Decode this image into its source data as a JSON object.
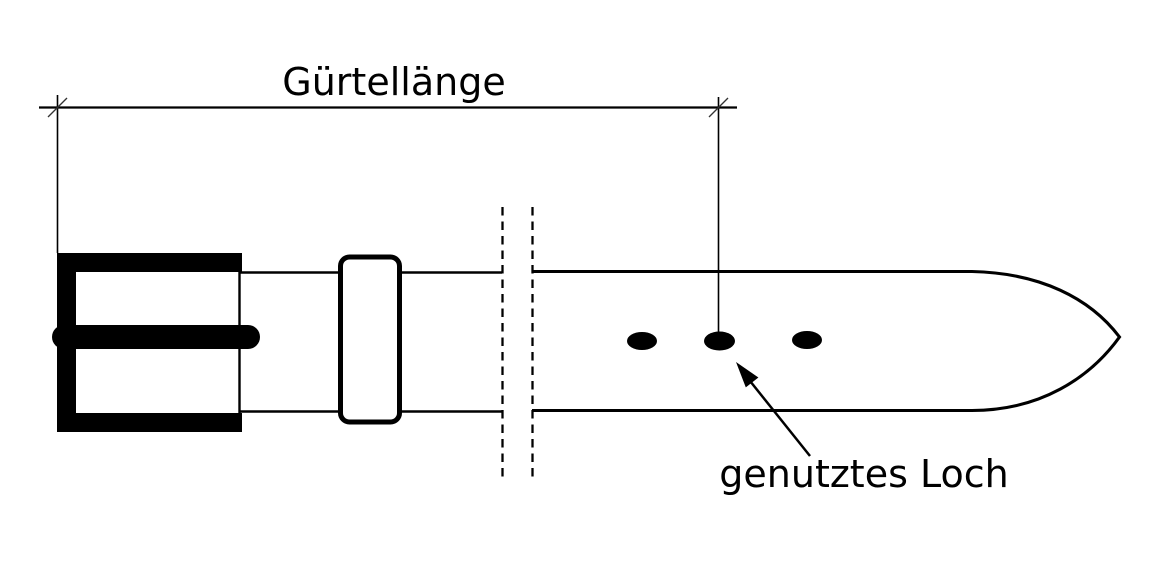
{
  "page": {
    "background_color": "#ffffff",
    "ink_color": "#000000"
  },
  "diagram": {
    "type": "technical-drawing",
    "subject": "belt",
    "dimension": {
      "label": "Gürtellänge"
    },
    "callout": {
      "label": "genutztes Loch"
    },
    "belt": {
      "holes_count": "3"
    }
  }
}
